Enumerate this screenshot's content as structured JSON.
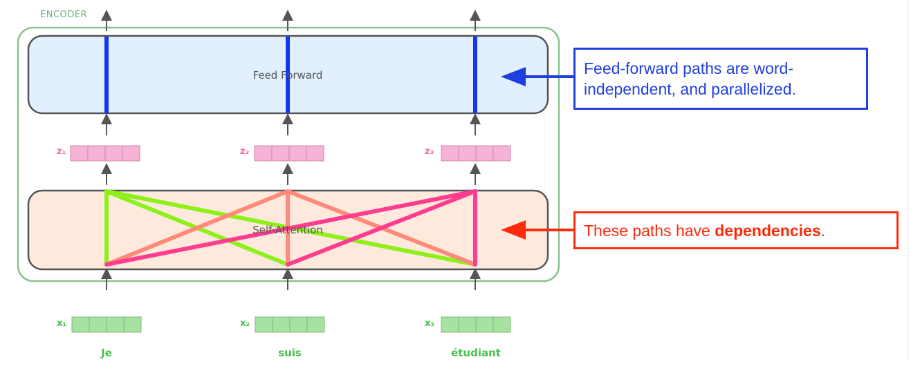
{
  "encoder": {
    "label": "ENCODER"
  },
  "layers": {
    "feed_forward_label": "Feed Forward",
    "self_attention_label": "Self-Attention"
  },
  "positions": [
    {
      "word": "Je",
      "x_label": "x₁",
      "z_label": "z₁"
    },
    {
      "word": "suis",
      "x_label": "x₂",
      "z_label": "z₂"
    },
    {
      "word": "étudiant",
      "x_label": "x₃",
      "z_label": "z₃"
    }
  ],
  "annotations": {
    "feed_forward_note": "Feed-forward paths are word-independent, and parallelized.",
    "dependency_note_prefix": "These paths have ",
    "dependency_note_bold": "dependencies",
    "dependency_note_suffix": "."
  },
  "colors": {
    "encoder_border": "#8ac28f",
    "ff_fill": "#e1efff",
    "sa_fill": "#fdeadd",
    "ff_path": "#1436f0",
    "path_je": "#8fef1a",
    "path_suis": "#ff8a7a",
    "path_etudiant": "#ff3d8e",
    "z_vector": "#f7b3d6",
    "x_vector": "#a7e3a0",
    "blue_note": "#1f3fe0",
    "red_note": "#ff2a0a"
  }
}
